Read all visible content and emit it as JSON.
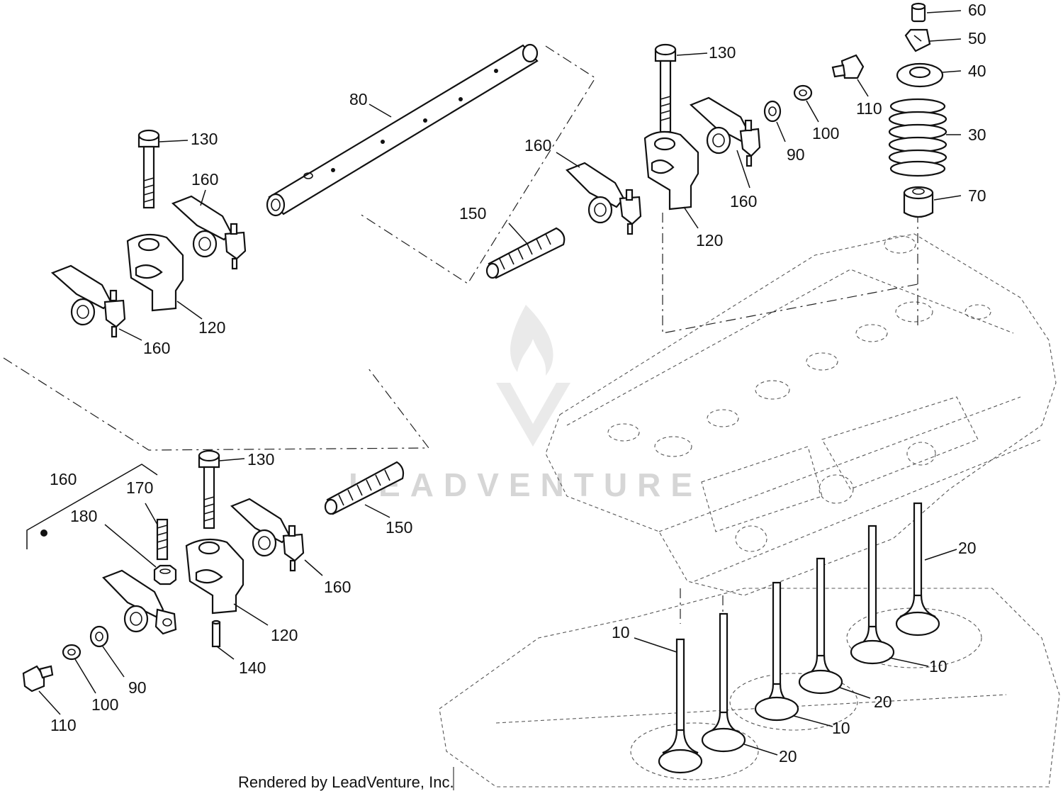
{
  "callouts": {
    "p60": "60",
    "p50": "50",
    "p40": "40",
    "p30": "30",
    "p70": "70",
    "p130_a": "130",
    "p130_b": "130",
    "p130_c": "130",
    "p80": "80",
    "p110_a": "110",
    "p110_b": "110",
    "p100_a": "100",
    "p100_b": "100",
    "p90_a": "90",
    "p90_b": "90",
    "p160_a": "160",
    "p160_b": "160",
    "p160_c": "160",
    "p160_d": "160",
    "p160_e": "160",
    "p160_f": "160",
    "p150_a": "150",
    "p150_b": "150",
    "p120_a": "120",
    "p120_b": "120",
    "p120_c": "120",
    "p170": "170",
    "p180": "180",
    "p140": "140",
    "p20_a": "20",
    "p20_b": "20",
    "p20_c": "20",
    "p10_a": "10",
    "p10_b": "10",
    "p10_c": "10"
  },
  "watermark": "LEADVENTURE",
  "footer": "Rendered by LeadVenture, Inc.",
  "colors": {
    "line": "#111111",
    "watermark": "#d6d6d6",
    "background": "#ffffff"
  }
}
